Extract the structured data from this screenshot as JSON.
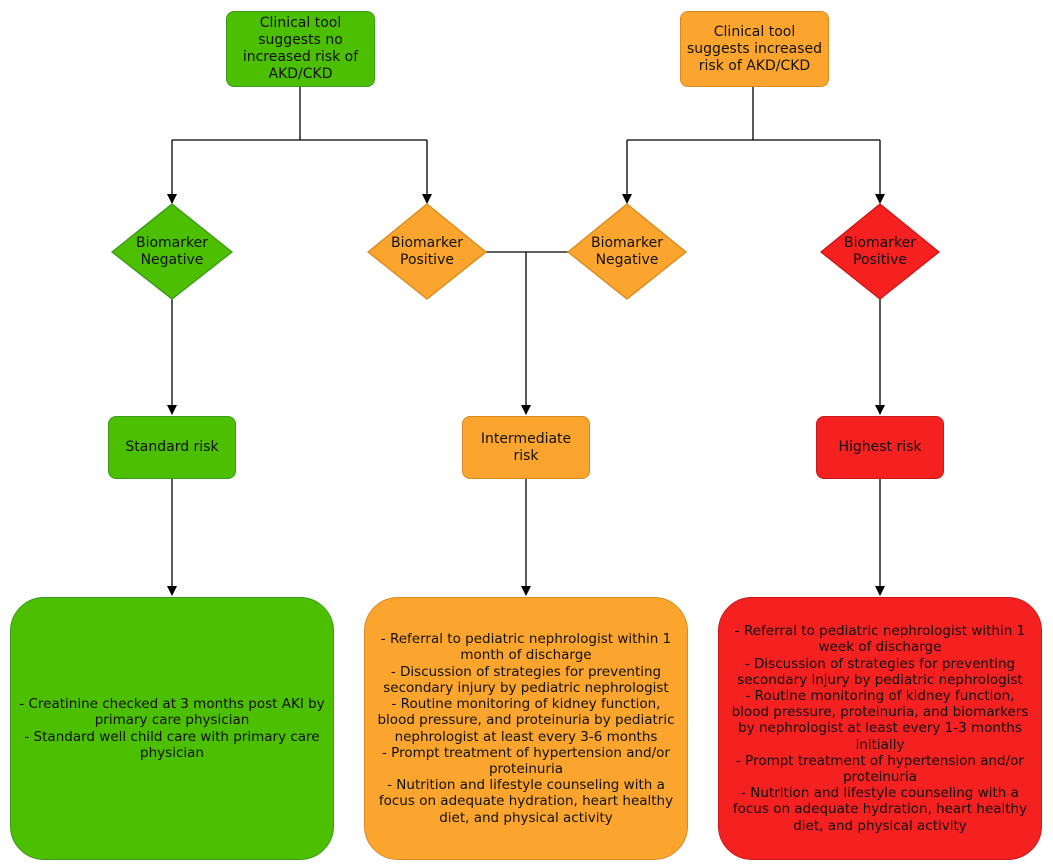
{
  "top": {
    "left": "Clinical tool suggests no increased risk of AKD/CKD",
    "right": "Clinical tool suggests increased risk of AKD/CKD"
  },
  "biomarkers": {
    "left_negative": [
      "Biomarker",
      "Negative"
    ],
    "left_positive": [
      "Biomarker",
      "Positive"
    ],
    "right_negative": [
      "Biomarker",
      "Negative"
    ],
    "right_positive": [
      "Biomarker",
      "Positive"
    ]
  },
  "risk": {
    "standard": "Standard risk",
    "intermediate": "Intermediate risk",
    "highest": "Highest risk"
  },
  "recommendations": {
    "standard": [
      "- Creatinine checked at 3 months post AKI by primary care physician",
      "- Standard well child care with primary care physician"
    ],
    "intermediate": [
      "- Referral to pediatric nephrologist within 1 month of discharge",
      "- Discussion of strategies for preventing secondary injury by pediatric nephrologist",
      "- Routine monitoring of kidney function, blood pressure, and proteinuria by pediatric nephrologist at least every 3-6 months",
      "- Prompt treatment of hypertension and/or proteinuria",
      "- Nutrition and lifestyle counseling with a focus on adequate hydration, heart healthy diet, and physical activity"
    ],
    "highest": [
      "- Referral to pediatric nephrologist within 1 week of discharge",
      "- Discussion of strategies for preventing secondary injury by pediatric nephrologist",
      "- Routine monitoring of kidney function, blood pressure, proteinuria, and biomarkers by nephrologist at least every 1-3 months initially",
      "- Prompt treatment of hypertension and/or proteinuria",
      "- Nutrition and lifestyle counseling with a focus on adequate hydration, heart healthy diet, and physical activity"
    ]
  },
  "colors": {
    "green": "#4cbf00",
    "orange": "#fba52e",
    "red": "#f52020",
    "line": "#000000"
  }
}
